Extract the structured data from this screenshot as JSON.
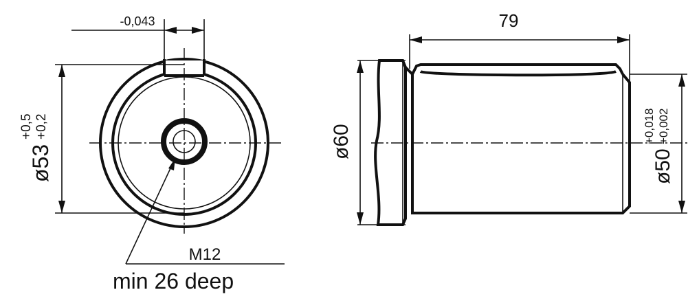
{
  "drawing": {
    "front_view": {
      "keyway_tolerance": "-0,043",
      "diameter_main": "ø53",
      "diameter_tol_upper": "+0,5",
      "diameter_tol_lower": "+0,2",
      "thread": "M12",
      "thread_depth": "min 26 deep"
    },
    "side_view": {
      "length": "79",
      "flange_diameter": "ø60",
      "shaft_diameter": "ø50",
      "shaft_tol_upper": "+0,018",
      "shaft_tol_lower": "+0,002"
    }
  }
}
